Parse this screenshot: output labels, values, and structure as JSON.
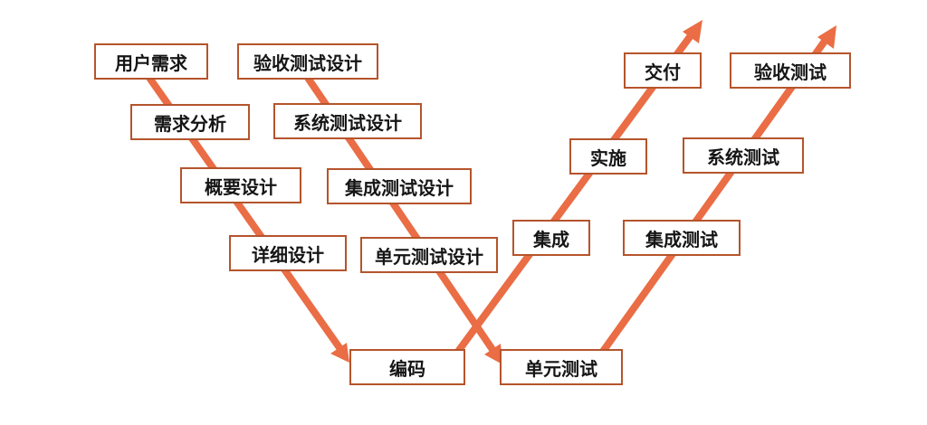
{
  "colors": {
    "arrow": "#ea6d45",
    "box_border": "#b5542c",
    "text": "#151515"
  },
  "boxes": {
    "user_requirements": "用户需求",
    "requirements_analysis": "需求分析",
    "outline_design": "概要设计",
    "detailed_design": "详细设计",
    "coding": "编码",
    "acceptance_test_design": "验收测试设计",
    "system_test_design": "系统测试设计",
    "integration_test_design": "集成测试设计",
    "unit_test_design": "单元测试设计",
    "unit_test": "单元测试",
    "integration": "集成",
    "implementation": "实施",
    "delivery": "交付",
    "integration_test": "集成测试",
    "system_test": "系统测试",
    "acceptance_test": "验收测试"
  }
}
